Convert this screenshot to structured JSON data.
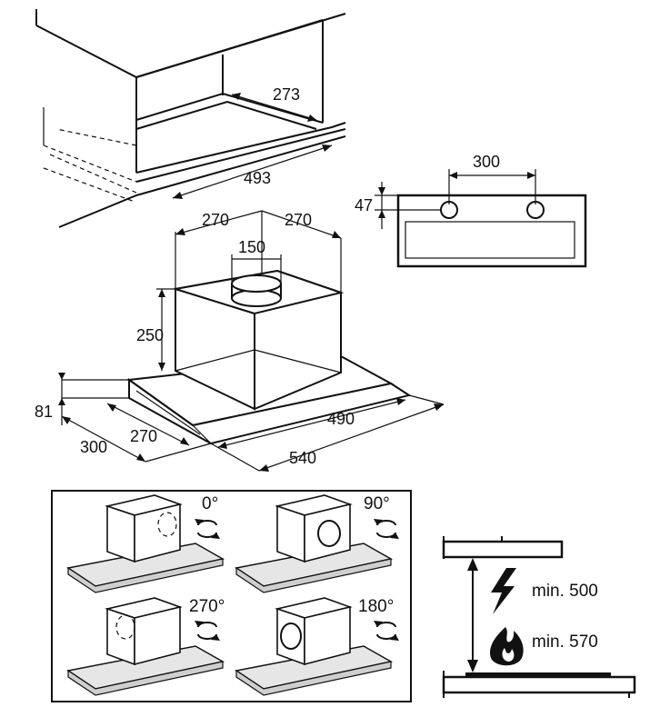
{
  "cabinet": {
    "dim_depth": "273",
    "dim_width": "493"
  },
  "side_panel": {
    "dim_spacing": "300",
    "dim_offset": "47"
  },
  "hood": {
    "dim_left_offset": "270",
    "dim_right_offset": "270",
    "dim_duct_diameter": "150",
    "dim_box_height": "250",
    "dim_panel_height": "81",
    "dim_depth_outer": "300",
    "dim_depth_inner": "270",
    "dim_width_inner": "490",
    "dim_width_outer": "540"
  },
  "rotations": {
    "options": [
      "0°",
      "90°",
      "270°",
      "180°"
    ]
  },
  "clearance": {
    "electric": "min. 500",
    "gas": "min. 570"
  }
}
